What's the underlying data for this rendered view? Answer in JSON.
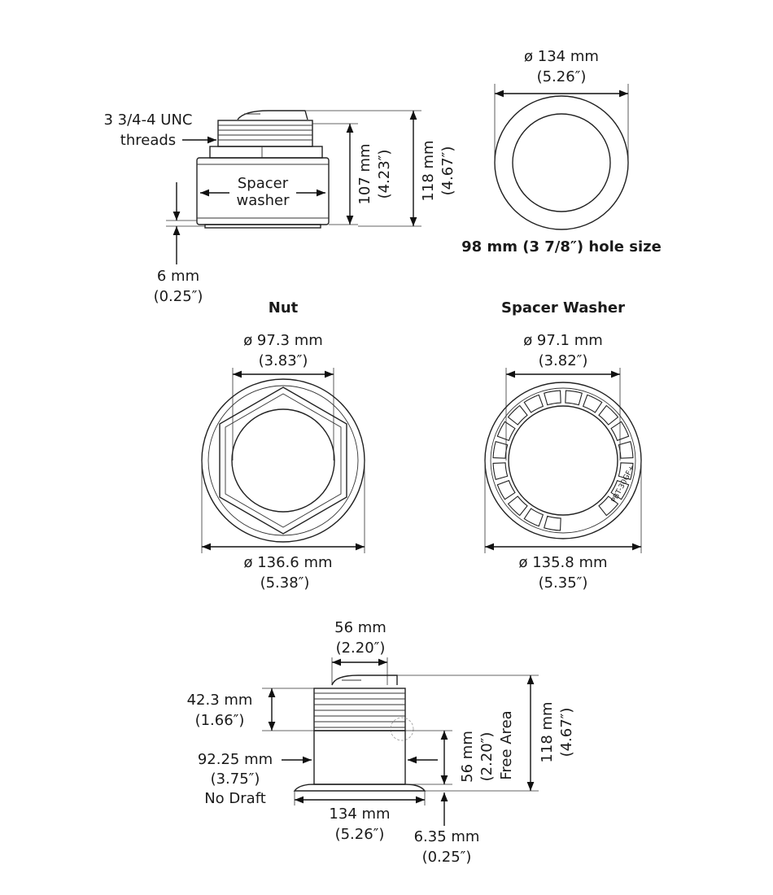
{
  "side_view": {
    "threads_line1": "3 3/4-4 UNC",
    "threads_line2": "threads",
    "spacer_line1": "Spacer",
    "spacer_line2": "washer",
    "dim_107_mm": "107 mm",
    "dim_107_in": "(4.23″)",
    "dim_118_mm": "118 mm",
    "dim_118_in": "(4.67″)",
    "dim_6_mm": "6 mm",
    "dim_6_in": "(0.25″)"
  },
  "top_view": {
    "dia_mm": "ø 134 mm",
    "dia_in": "(5.26″)",
    "hole_size": "98 mm (3 7/8″) hole size"
  },
  "nut": {
    "title": "Nut",
    "inner_mm": "ø 97.3 mm",
    "inner_in": "(3.83″)",
    "outer_mm": "ø 136.6 mm",
    "outer_in": "(5.38″)"
  },
  "spacer_washer": {
    "title": "Spacer Washer",
    "inner_mm": "ø 97.1 mm",
    "inner_in": "(3.82″)",
    "outer_mm": "ø 135.8 mm",
    "outer_in": "(5.35″)",
    "part_marking": "PBT-30GF+"
  },
  "bottom_view": {
    "top_mm": "56 mm",
    "top_in": "(2.20″)",
    "thread_mm": "42.3 mm",
    "thread_in": "(1.66″)",
    "body_mm": "92.25 mm",
    "body_in": "(3.75″)",
    "no_draft": "No Draft",
    "flange_mm": "134 mm",
    "flange_in": "(5.26″)",
    "flange_thk_mm": "6.35 mm",
    "flange_thk_in": "(0.25″)",
    "free_mm": "56 mm",
    "free_in": "(2.20″)",
    "free_label": "Free Area",
    "total_mm": "118 mm",
    "total_in": "(4.67″)"
  }
}
